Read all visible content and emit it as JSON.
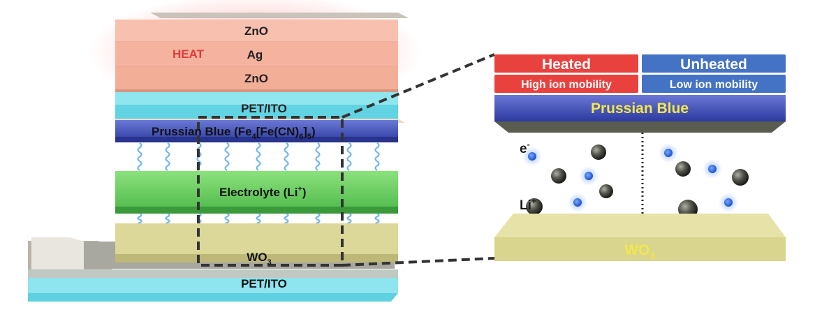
{
  "left_stack": {
    "zno_top": "ZnO",
    "heat": "HEAT",
    "ag": "Ag",
    "zno_bottom": "ZnO",
    "pet_ito_top": "PET/ITO",
    "prussian_blue_base": "Prussian Blue (Fe",
    "prussian_blue_sub1": "4",
    "prussian_blue_mid": "[Fe(CN)",
    "prussian_blue_sub2": "6",
    "prussian_blue_mid2": "]",
    "prussian_blue_sub3": "5",
    "prussian_blue_end": ")",
    "electrolyte_base": "Electrolyte (Li",
    "electrolyte_sup": "+",
    "electrolyte_end": ")",
    "wo3_base": "WO",
    "wo3_sub": "3",
    "pet_ito_bottom": "PET/ITO"
  },
  "right_panel": {
    "heated_title": "Heated",
    "unheated_title": "Unheated",
    "heated_sub": "High ion mobility",
    "unheated_sub": "Low ion mobility",
    "prussian_blue": "Prussian Blue",
    "electron_base": "e",
    "electron_sup": "-",
    "li_base": "Li",
    "li_sup": "+",
    "wo3_base": "WO",
    "wo3_sub": "3"
  },
  "colors": {
    "heated_red": "#e8413e",
    "unheated_blue": "#4472c4",
    "prussian_blue": "#3f4fb8",
    "electrolyte_green": "#6fd36a",
    "wo3_yellow": "#d8d38f",
    "pet_ito_cyan": "#7fe3ee",
    "zno_salmon": "#f5b7a5",
    "heat_text_red": "#e03c3c",
    "label_yellow": "#f2e84a"
  }
}
